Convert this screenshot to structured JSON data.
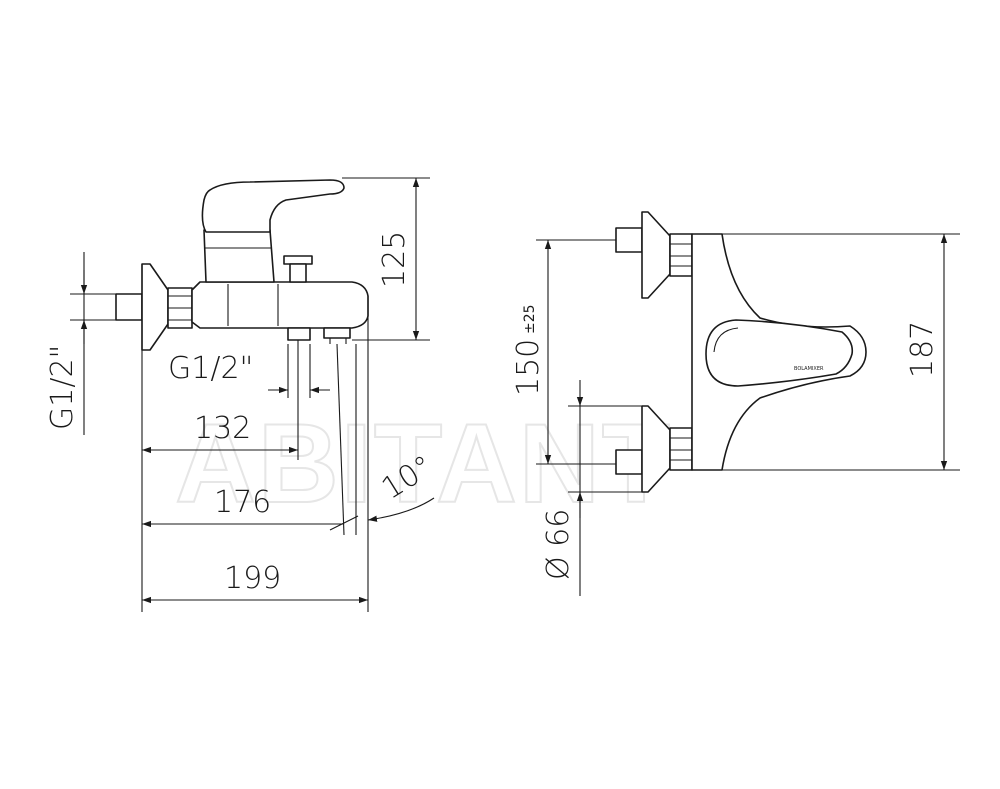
{
  "watermark": "ABITANT",
  "side_view": {
    "dims": {
      "height": "125",
      "inlet_thread": "G1/2\"",
      "outlet_thread": "G1/2\"",
      "spout_depth": "132",
      "spout_tip": "176",
      "overall_depth": "199",
      "spout_angle": "10°"
    }
  },
  "front_view": {
    "dims": {
      "centers_value": "150",
      "centers_tolerance": "±25",
      "overall_height": "187",
      "flange_diameter": "Ø 66"
    },
    "handle_logo": "BOLAMIXER"
  },
  "colors": {
    "line": "#1a1a1a",
    "watermark": "#e6e6e6",
    "background": "#ffffff"
  }
}
